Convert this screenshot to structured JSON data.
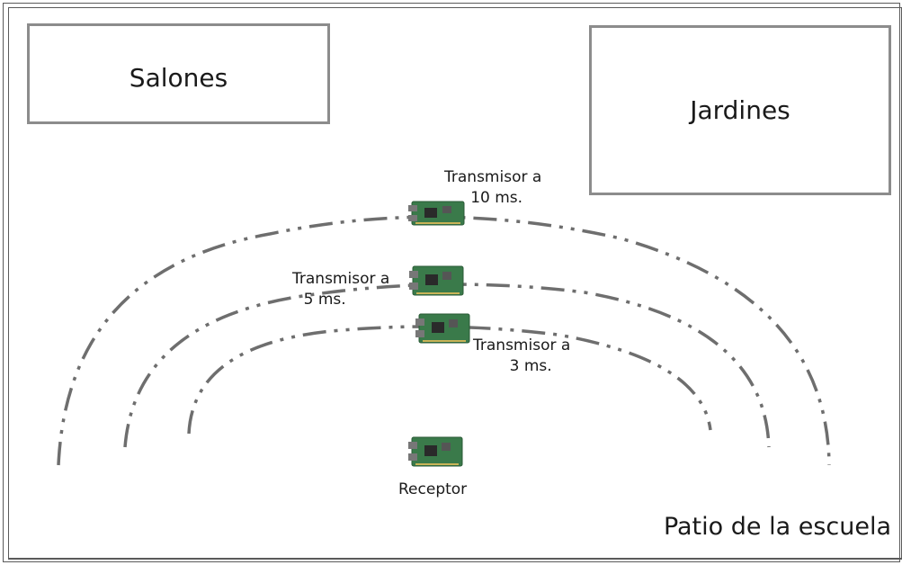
{
  "areas": {
    "salones": "Salones",
    "jardines": "Jardines"
  },
  "devices": [
    {
      "name": "transmitter-10ms",
      "line1": "Transmisor a",
      "line2": "10 ms."
    },
    {
      "name": "transmitter-5ms",
      "line1": "Transmisor a",
      "line2": "5 ms."
    },
    {
      "name": "transmitter-3ms",
      "line1": "Transmisor a",
      "line2": "3 ms."
    },
    {
      "name": "receiver",
      "label": "Receptor"
    }
  ],
  "location": "Patio de la escuela",
  "colors": {
    "frame": "#5a5a5a",
    "box_border": "#8c8c8c",
    "arc": "#6e6e6e",
    "board_pcb": "#3a7a4a"
  },
  "icons": {
    "device": "circuit-board-icon"
  }
}
